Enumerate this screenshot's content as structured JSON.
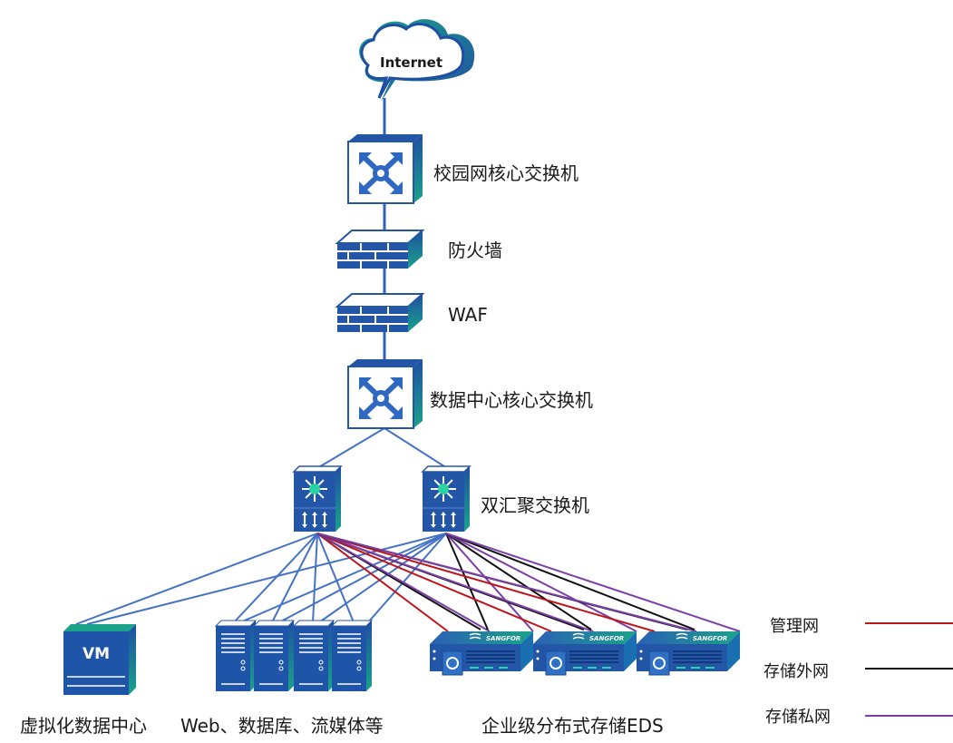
{
  "title": "数据中心网络拓扑",
  "nodes": {
    "internet": {
      "label": "Internet"
    },
    "campus_core": {
      "label": "校园网核心交换机"
    },
    "firewall": {
      "label": "防火墙"
    },
    "waf": {
      "label": "WAF"
    },
    "dc_core": {
      "label": "数据中心核心交换机"
    },
    "aggregation": {
      "label": "双汇聚交换机"
    },
    "vm": {
      "label": "虚拟化数据中心",
      "icon_text": "VM"
    },
    "servers": {
      "label": "Web、数据库、流媒体等"
    },
    "eds": {
      "label": "企业级分布式存储EDS",
      "brand": "SANGFOR"
    }
  },
  "legend": [
    {
      "label": "管理网",
      "color": "#c0141b"
    },
    {
      "label": "存储外网",
      "color": "#111111"
    },
    {
      "label": "存储私网",
      "color": "#7b3fa8"
    }
  ],
  "colors": {
    "device_blue": "#2456a8",
    "device_teal": "#1aa38a",
    "link_blue": "#4472c4"
  }
}
